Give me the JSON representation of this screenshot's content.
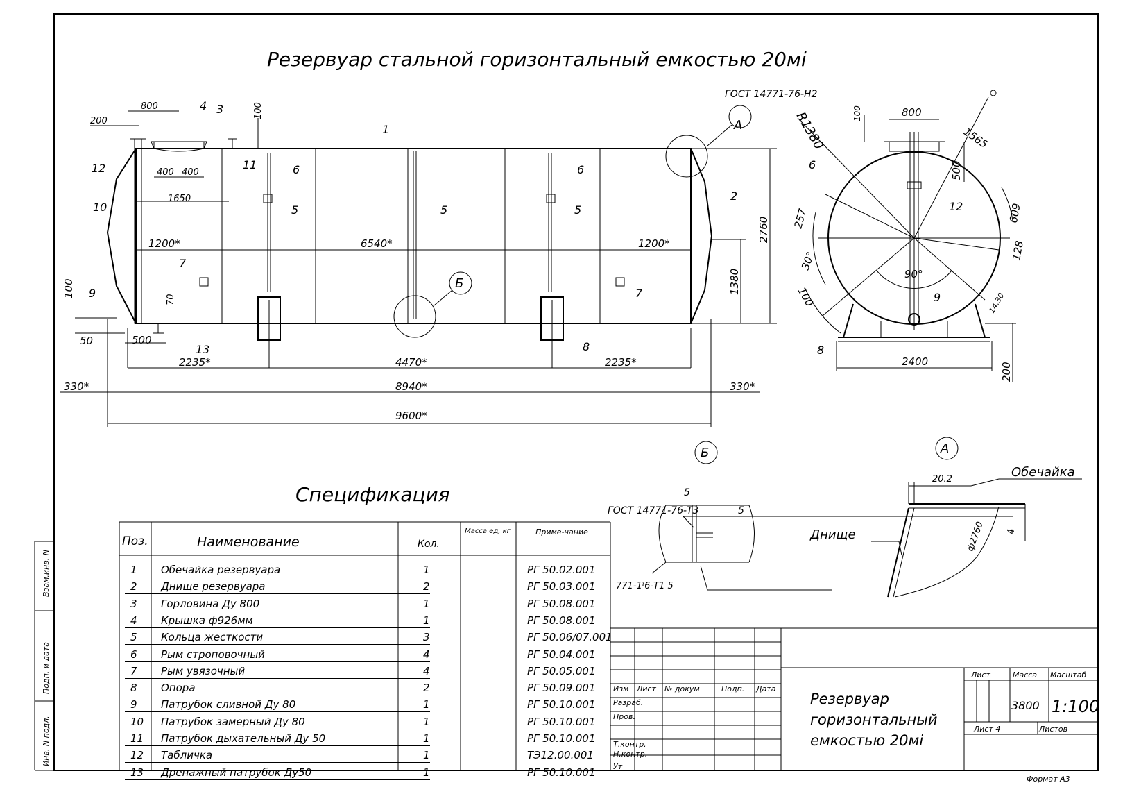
{
  "title": "Резервуар стальной горизонтальный емкостью 20мі",
  "gost_top": "ГОСТ 14771-76-Н2",
  "section_labels": {
    "a": "А",
    "b": "Б"
  },
  "main_view": {
    "dims": [
      "800",
      "200",
      "100",
      "400",
      "400",
      "1650",
      "1200*",
      "6540*",
      "1200*",
      "2760",
      "1380",
      "100",
      "70",
      "50",
      "500",
      "2235*",
      "4470*",
      "2235*",
      "330*",
      "8940*",
      "330*",
      "9600*"
    ],
    "pos_labels": [
      "4",
      "3",
      "1",
      "11",
      "12",
      "10",
      "6",
      "6",
      "5",
      "5",
      "5",
      "2",
      "7",
      "7",
      "9",
      "13",
      "8"
    ]
  },
  "side_view": {
    "dims": [
      "R1380",
      "100",
      "800",
      "1565",
      "500",
      "257",
      "609",
      "30°",
      "90°",
      "128",
      "100",
      "14.30",
      "2400",
      "200"
    ],
    "pos_labels": [
      "6",
      "12",
      "9",
      "8"
    ]
  },
  "detail_b": {
    "weld_label": "5",
    "gost": "ГОСТ 14771-76-Т3",
    "weld_size": "5",
    "note": "771-1ᶦ6-Т1  5"
  },
  "detail_a": {
    "dim": "20.2",
    "shell": "Обечайка",
    "bottom": "Днище",
    "diam": "ф2760",
    "leg": "4"
  },
  "spec_title": "Спецификация",
  "spec_headers": {
    "pos": "Поз.",
    "name": "Наименование",
    "qty": "Кол.",
    "mass": "Масса ед, кг",
    "note": "Приме-чание"
  },
  "spec_rows": [
    {
      "pos": "1",
      "name": "Обечайка резервуара",
      "qty": "1",
      "note": "РГ 50.02.001"
    },
    {
      "pos": "2",
      "name": "Днище резервуара",
      "qty": "2",
      "note": "РГ 50.03.001"
    },
    {
      "pos": "3",
      "name": "Горловина Ду 800",
      "qty": "1",
      "note": "РГ 50.08.001"
    },
    {
      "pos": "4",
      "name": "Крышка ф926мм",
      "qty": "1",
      "note": "РГ 50.08.001"
    },
    {
      "pos": "5",
      "name": "Кольца жесткости",
      "qty": "3",
      "note": "РГ 50.06/07.001"
    },
    {
      "pos": "6",
      "name": "Рым строповочный",
      "qty": "4",
      "note": "РГ 50.04.001"
    },
    {
      "pos": "7",
      "name": "Рым увязочный",
      "qty": "4",
      "note": "РГ 50.05.001"
    },
    {
      "pos": "8",
      "name": "Опора",
      "qty": "2",
      "note": "РГ 50.09.001"
    },
    {
      "pos": "9",
      "name": "Патрубок сливной Ду 80",
      "qty": "1",
      "note": "РГ 50.10.001"
    },
    {
      "pos": "10",
      "name": "Патрубок замерный Ду 80",
      "qty": "1",
      "note": "РГ 50.10.001"
    },
    {
      "pos": "11",
      "name": "Патрубок дыхательный Ду 50",
      "qty": "1",
      "note": "РГ 50.10.001"
    },
    {
      "pos": "12",
      "name": "Табличка",
      "qty": "1",
      "note": "ТЭ12.00.001"
    },
    {
      "pos": "13",
      "name": "Дренажный патрубок Ду50",
      "qty": "1",
      "note": "РГ 50.10.001"
    }
  ],
  "stamp": {
    "headers": [
      "Изм",
      "Лист",
      "№ докум",
      "Подп.",
      "Дата"
    ],
    "roles": [
      "Разраб.",
      "Пров.",
      "Т.контр.",
      "Н.контр.",
      "Ут"
    ],
    "doc_title": "Резервуар горизонтальный емкостью 20мі",
    "col_sheet": "Лист",
    "col_mass": "Масса",
    "col_scale": "Масштаб",
    "mass": "3800",
    "scale": "1:100",
    "sheet": "Лист 4",
    "sheets": "Листов",
    "format": "Формат А3"
  },
  "margin_labels": [
    "Взам.инв. N",
    "Подп. и дата",
    "Инв. N подл."
  ]
}
